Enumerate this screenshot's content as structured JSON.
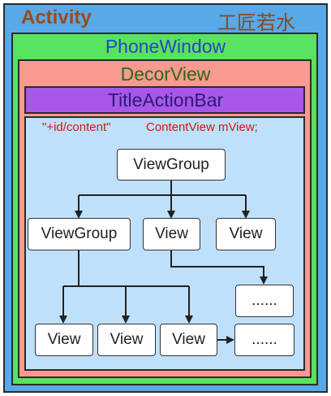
{
  "activity": {
    "title": "Activity",
    "brand": "工匠若水"
  },
  "phone_window": {
    "title": "PhoneWindow"
  },
  "decor_view": {
    "title": "DecorView"
  },
  "title_action_bar": {
    "title": "TitleActionBar"
  },
  "content": {
    "id_label": "\"+id/content\"",
    "name_label": "ContentView mView;"
  },
  "tree": {
    "root": "ViewGroup",
    "level1": [
      "ViewGroup",
      "View",
      "View"
    ],
    "level2": [
      "View",
      "View",
      "View"
    ],
    "ellipsis_top": "......",
    "ellipsis_bottom": "......"
  },
  "colors": {
    "activity": "#58a9e6",
    "phone_window": "#57e35e",
    "decor_view": "#f99a90",
    "title_action_bar": "#a957e8",
    "content": "#bfe0fb",
    "content_text": "#e01010"
  }
}
